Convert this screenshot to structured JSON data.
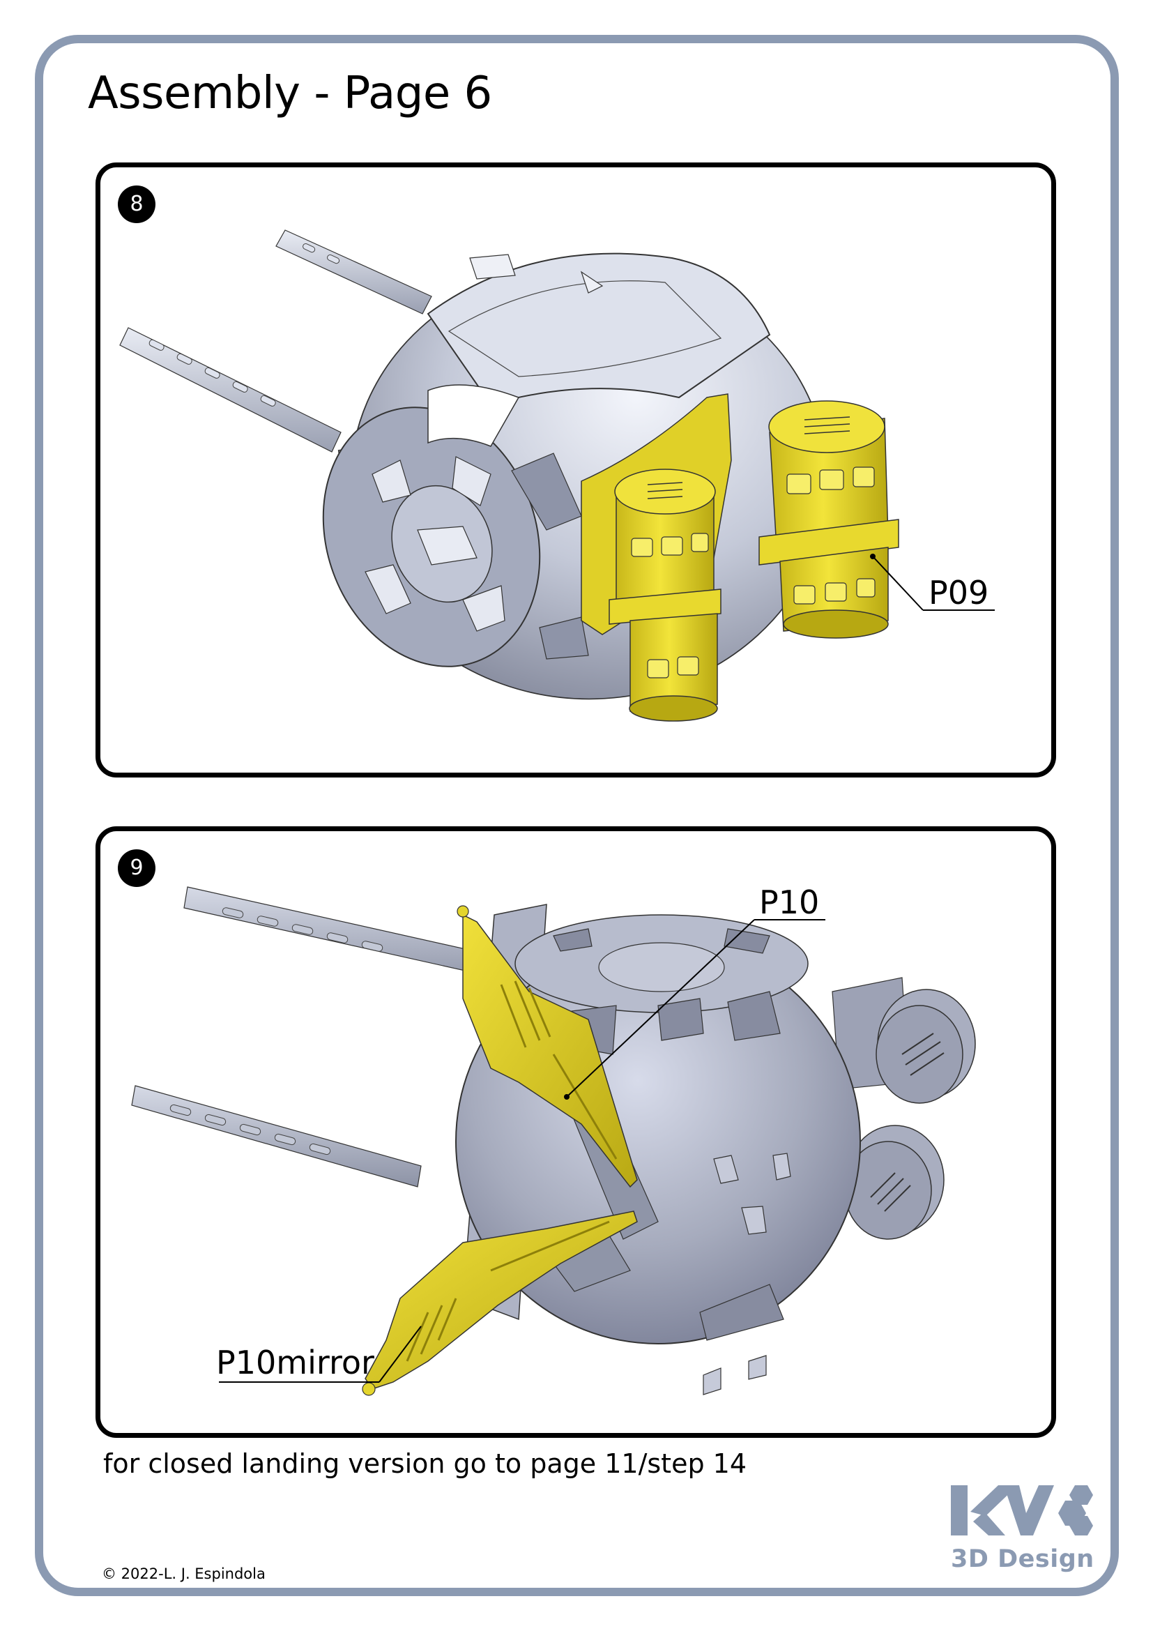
{
  "page": {
    "title": "Assembly - Page 6",
    "frame_color": "#8b9ab2",
    "accent_part_color": "#e6d92a",
    "model_color": "#b9bfd0"
  },
  "steps": [
    {
      "number": "8",
      "callouts": [
        {
          "label": "P09"
        }
      ],
      "illustration": "pod-sphere-with-yellow-twin-cylinder-thruster-P09"
    },
    {
      "number": "9",
      "callouts": [
        {
          "label": "P10"
        },
        {
          "label": "P10mirror"
        }
      ],
      "illustration": "pod-sphere-with-yellow-landing-legs-P10-and-P10mirror"
    }
  ],
  "note": "for closed landing version go to page 11/step 14",
  "footer": {
    "copyright": "© 2022-L. J. Espindola",
    "logo_mark": "KV",
    "logo_text": "3D Design"
  }
}
